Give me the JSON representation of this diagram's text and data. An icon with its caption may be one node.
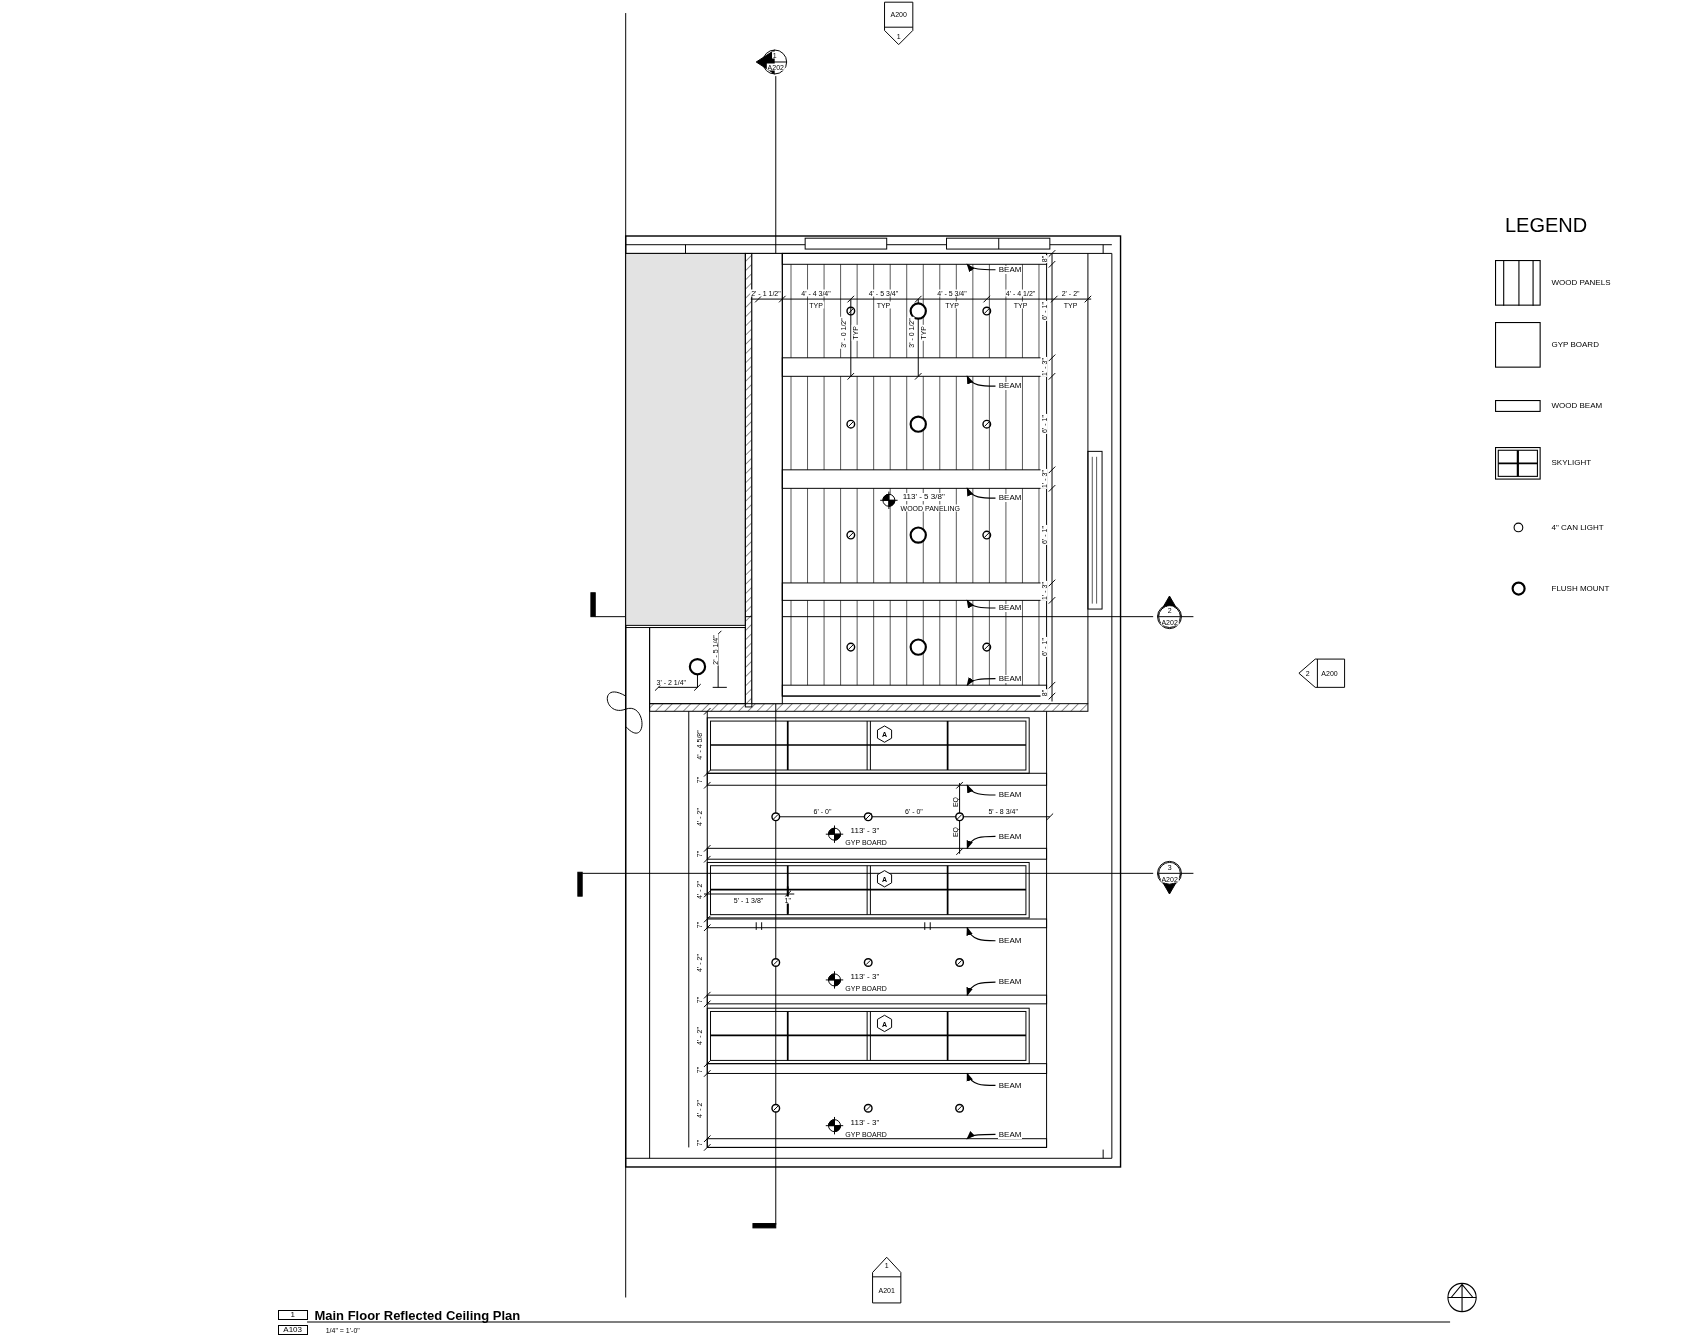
{
  "diagram": {
    "title": "Main Floor Reflected Ceiling Plan",
    "nodes": [
      {
        "text": [
          "BEAM"
        ]
      },
      {
        "text": [
          "BEAM"
        ]
      },
      {
        "text": [
          "BEAM"
        ]
      },
      {
        "text": [
          "BEAM"
        ]
      },
      {
        "text": [
          "BEAM"
        ]
      },
      {
        "text": [
          "BEAM"
        ]
      },
      {
        "text": [
          "BEAM"
        ]
      },
      {
        "text": [
          "BEAM"
        ]
      },
      {
        "text": [
          "BEAM"
        ]
      },
      {
        "text": [
          "BEAM"
        ]
      },
      {
        "text": [
          "BEAM"
        ]
      },
      {
        "text": [],
        "shape": "bar"
      },
      {
        "text": [],
        "shape": "bar"
      },
      {
        "text": [],
        "shape": "bar"
      },
      {
        "text": [],
        "shape": "bar"
      },
      {
        "text": [],
        "shape": "bar"
      },
      {
        "text": [],
        "shape": "bar"
      },
      {
        "text": [],
        "shape": "bar"
      },
      {
        "text": [],
        "shape": "bar"
      },
      {
        "text": [],
        "shape": "bar"
      },
      {
        "text": [],
        "shape": "bar"
      },
      {
        "text": [],
        "shape": "bar"
      }
    ],
    "edges": [
      {
        "from": 0,
        "to": 11,
        "arrow": "to"
      },
      {
        "from": 1,
        "to": 12,
        "arrow": "to"
      },
      {
        "from": 2,
        "to": 13,
        "arrow": "to"
      },
      {
        "from": 3,
        "to": 14,
        "arrow": "to"
      },
      {
        "from": 4,
        "to": 15,
        "arrow": "to"
      },
      {
        "from": 5,
        "to": 16,
        "arrow": "to"
      },
      {
        "from": 6,
        "to": 17,
        "arrow": "to"
      },
      {
        "from": 7,
        "to": 18,
        "arrow": "to"
      },
      {
        "from": 8,
        "to": 19,
        "arrow": "to"
      },
      {
        "from": 9,
        "to": 20,
        "arrow": "to"
      },
      {
        "from": 10,
        "to": 21,
        "arrow": "to"
      }
    ],
    "labels": [
      "A200",
      "1",
      "1",
      "A202",
      "2' - 1 1/2\"",
      "4' - 4 3/4\"",
      "4' - 5 3/4\"",
      "4' - 5 3/4\"",
      "4' - 4 1/2\"",
      "2' - 2\"",
      "8\"",
      "TYP",
      "TYP",
      "TYP",
      "TYP",
      "TYP",
      "6' - 1\"",
      "3' - 0 1/2\"",
      "TYP",
      "3' - 0 1/2\"",
      "TYP",
      "1' - 3\"",
      "6' - 1\"",
      "1' - 3\"",
      "113' - 5 3/8\"",
      "WOOD PANELING",
      "6' - 1\"",
      "1' - 3\"",
      "2",
      "A202",
      "6' - 1\"",
      "2' - 5 1/4\"",
      "2",
      "A200",
      "3' - 2 1/4\"",
      "8\"",
      "4' - 4 5/8\"",
      "A",
      "7\"",
      "EQ",
      "6' - 0\"",
      "6' - 0\"",
      "5' - 8 3/4\"",
      "4' - 2\"",
      "113' - 3\"",
      "GYP BOARD",
      "EQ",
      "7\"",
      "A",
      "3",
      "A202",
      "4' - 2\"",
      "5' - 1 3/8\"",
      "1\"",
      "7\"",
      "4' - 2\"",
      "113' - 3\"",
      "GYP BOARD",
      "7\"",
      "A",
      "4' - 2\"",
      "7\"",
      "4' - 2\"",
      "113' - 3\"",
      "GYP BOARD",
      "7\"",
      "1",
      "A201",
      "LEGEND",
      "1",
      "A103",
      "1/4\" = 1'-0\""
    ],
    "legend": [
      {
        "text": "WOOD PANELS"
      },
      {
        "text": "GYP BOARD"
      },
      {
        "text": "WOOD BEAM"
      },
      {
        "text": "SKYLIGHT"
      },
      {
        "text": "4\" CAN LIGHT"
      },
      {
        "text": "FLUSH MOUNT"
      }
    ]
  }
}
